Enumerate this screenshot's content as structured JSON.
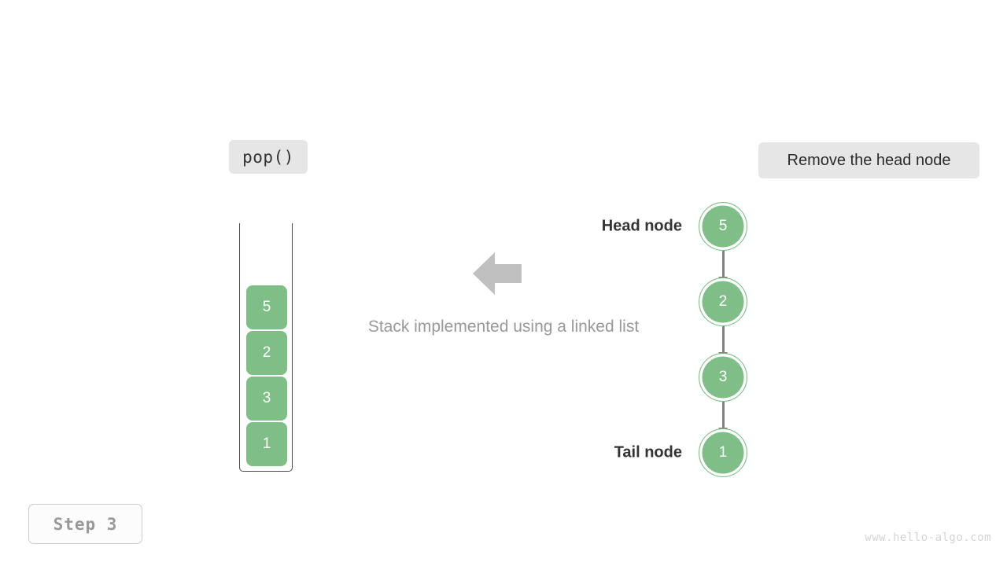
{
  "colors": {
    "node_green": "#7fbe87",
    "badge_gray": "#e6e6e6",
    "arrow_gray": "#c0c0c0",
    "link_gray": "#808080",
    "caption_gray": "#999999",
    "label_dark": "#333333",
    "background": "#ffffff"
  },
  "operation": {
    "label": "pop()"
  },
  "description": {
    "label": "Remove the head node"
  },
  "caption": {
    "text": "Stack implemented using a linked list"
  },
  "stack": {
    "cells": [
      {
        "value": "5"
      },
      {
        "value": "2"
      },
      {
        "value": "3"
      },
      {
        "value": "1"
      }
    ]
  },
  "linked_list": {
    "nodes": [
      {
        "value": "5",
        "label": "Head node"
      },
      {
        "value": "2",
        "label": ""
      },
      {
        "value": "3",
        "label": ""
      },
      {
        "value": "1",
        "label": "Tail node"
      }
    ]
  },
  "arrow": {
    "direction": "left"
  },
  "step": {
    "label": "Step 3"
  },
  "watermark": {
    "text": "www.hello-algo.com"
  }
}
